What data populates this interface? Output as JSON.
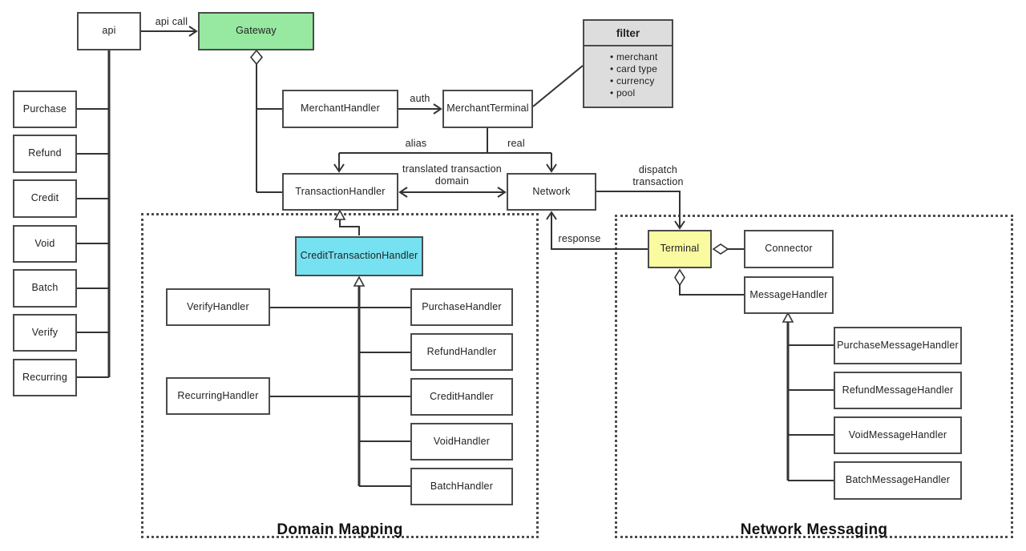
{
  "diagram": {
    "nodes": {
      "api": {
        "label": "api"
      },
      "gateway": {
        "label": "Gateway",
        "fill": "#97E8A0"
      },
      "purchase": {
        "label": "Purchase"
      },
      "refund": {
        "label": "Refund"
      },
      "credit": {
        "label": "Credit"
      },
      "void": {
        "label": "Void"
      },
      "batch": {
        "label": "Batch"
      },
      "verify": {
        "label": "Verify"
      },
      "recurring": {
        "label": "Recurring"
      },
      "merchant_handler": {
        "label": "MerchantHandler"
      },
      "merchant_terminal": {
        "label": "MerchantTerminal"
      },
      "transaction_handler": {
        "label": "TransactionHandler"
      },
      "network": {
        "label": "Network"
      },
      "credit_transaction_handler": {
        "label": "CreditTransactionHandler",
        "fill": "#76E1F0"
      },
      "verify_handler": {
        "label": "VerifyHandler"
      },
      "recurring_handler": {
        "label": "RecurringHandler"
      },
      "purchase_handler": {
        "label": "PurchaseHandler"
      },
      "refund_handler": {
        "label": "RefundHandler"
      },
      "credit_handler": {
        "label": "CreditHandler"
      },
      "void_handler": {
        "label": "VoidHandler"
      },
      "batch_handler": {
        "label": "BatchHandler"
      },
      "terminal": {
        "label": "Terminal",
        "fill": "#FAFAA0"
      },
      "connector": {
        "label": "Connector"
      },
      "message_handler": {
        "label": "MessageHandler"
      },
      "purchase_message_handler": {
        "label": "PurchaseMessageHandler"
      },
      "refund_message_handler": {
        "label": "RefundMessageHandler"
      },
      "void_message_handler": {
        "label": "VoidMessageHandler"
      },
      "batch_message_handler": {
        "label": "BatchMessageHandler"
      }
    },
    "filter_box": {
      "title": "filter",
      "items": [
        "merchant",
        "card type",
        "currency",
        "pool"
      ],
      "fill": "#DDDDDD"
    },
    "edge_labels": {
      "api_call": "api call",
      "auth": "auth",
      "alias": "alias",
      "real": "real",
      "translated": "translated transaction domain",
      "dispatch": "dispatch transaction",
      "response": "response"
    },
    "regions": {
      "domain_mapping": {
        "label": "Domain Mapping"
      },
      "network_messaging": {
        "label": "Network Messaging"
      }
    },
    "colors": {
      "line": "#333333",
      "node_border": "#4a4a4a",
      "region_border": "#4d4d4d",
      "gateway_fill": "#97E8A0",
      "terminal_fill": "#FAFAA0",
      "credit_transaction_handler_fill": "#76E1F0",
      "filter_fill": "#DDDDDD"
    }
  }
}
